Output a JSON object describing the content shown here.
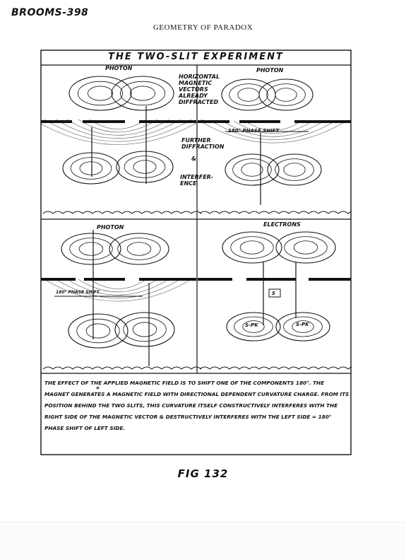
{
  "page_id": "BROOMS-398",
  "running_title": "GEOMETRY OF PARADOX",
  "figure": {
    "title": "THE TWO-SLIT EXPERIMENT",
    "panel_tl": {
      "photon_label": "PHOTON",
      "note_magnetic": "HORIZONTAL MAGNETIC VECTORS ALREADY DIFFRACTED",
      "note_diffraction": "FURTHER DIFFRACTION",
      "note_and": "&",
      "note_interference": "INTERFER- ENCE"
    },
    "panel_tr": {
      "photon_label": "PHOTON",
      "phase_shift": "180° PHASE SHIFT"
    },
    "panel_bl": {
      "photon_label": "PHOTON",
      "phase_shift": "180° PHASE SHIFT"
    },
    "panel_br": {
      "electrons_label": "ELECTRONS",
      "magnet_symbol": "S",
      "left_lobe": "S-PK",
      "right_lobe": "S-PK"
    },
    "caption": {
      "asterisk": "*",
      "text": "THE EFFECT OF THE APPLIED MAGNETIC FIELD IS TO SHIFT ONE OF THE COMPONENTS 180°. THE MAGNET GENERATES A MAGNETIC FIELD WITH DIRECTIONAL DEPENDENT CURVATURE CHARGE. FROM ITS POSITION BEHIND THE TWO SLITS, THIS CURVATURE ITSELF CONSTRUCTIVELY INTERFERES WITH THE RIGHT SIDE OF THE MAGNETIC VECTOR & DESTRUCTIVELY INTERFERES WITH THE LEFT SIDE = 180° PHASE SHIFT OF LEFT SIDE."
    }
  },
  "fig_number": "FIG 132"
}
